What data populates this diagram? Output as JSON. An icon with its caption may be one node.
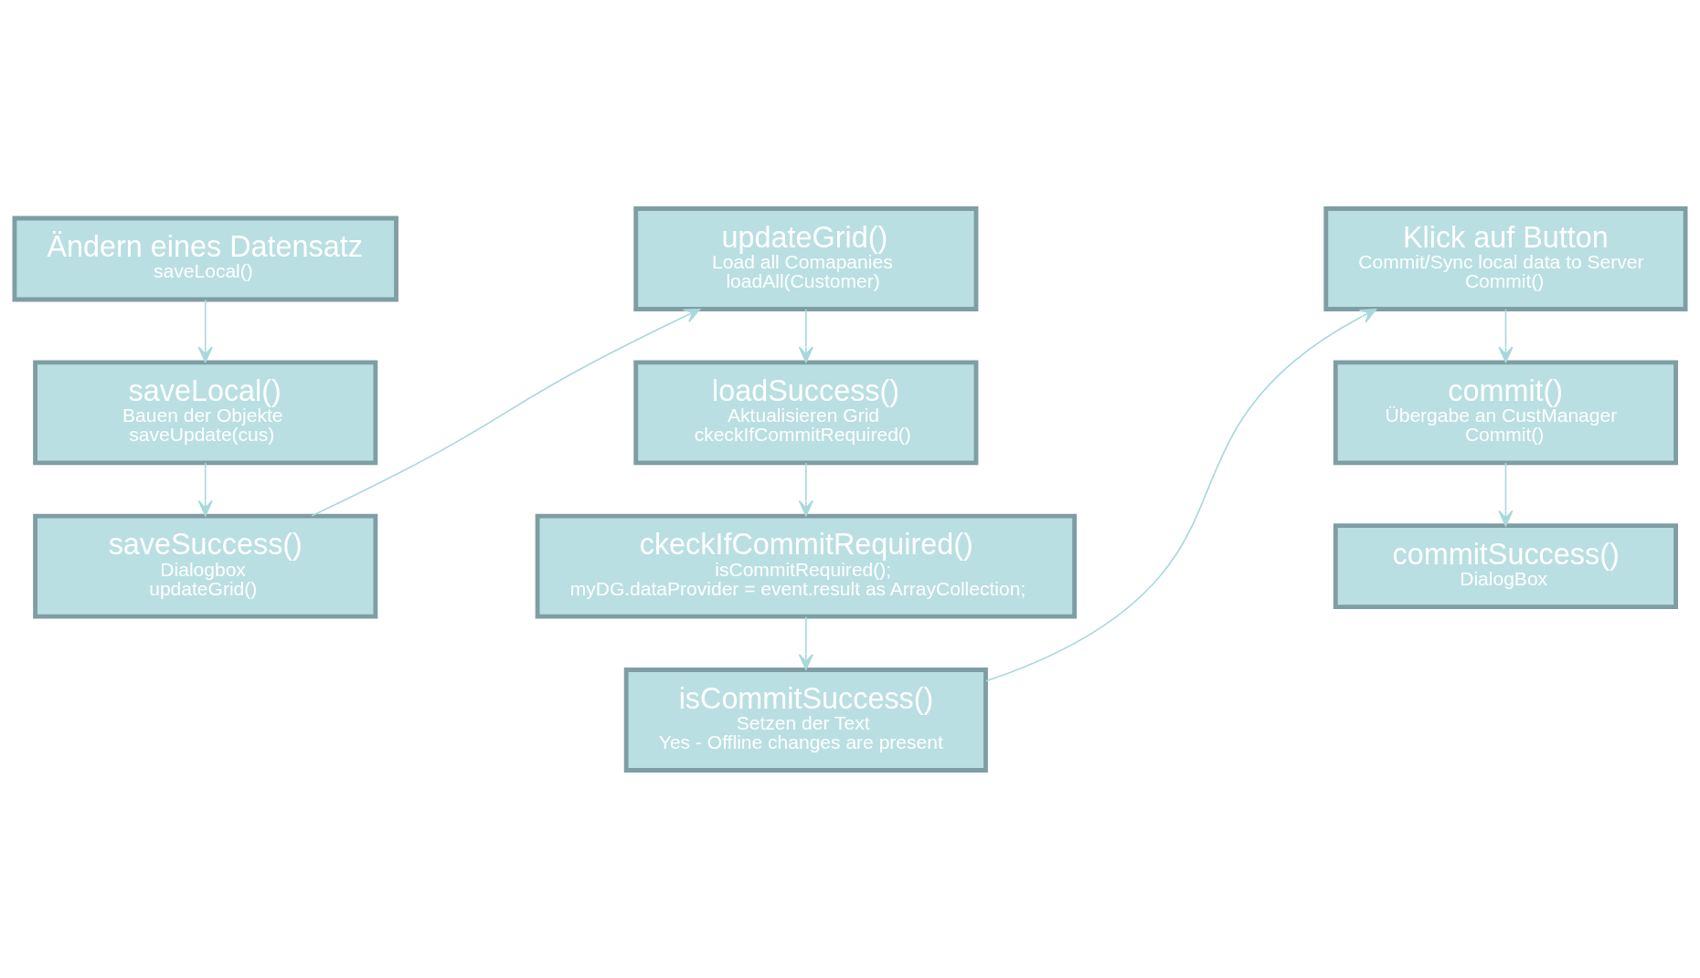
{
  "diagram": {
    "nodes": [
      {
        "text": [
          "Ändern eines Datensatz",
          "saveLocal()"
        ]
      },
      {
        "text": [
          "saveLocal()",
          "Bauen der Objekte",
          "saveUpdate(cus)"
        ]
      },
      {
        "text": [
          "saveSuccess()",
          "Dialogbox",
          "updateGrid()"
        ]
      },
      {
        "text": [
          "updateGrid()",
          "Load all Comapanies",
          "loadAll(Customer)"
        ]
      },
      {
        "text": [
          "loadSuccess()",
          "Aktualisieren Grid",
          "ckeckIfCommitRequired()"
        ]
      },
      {
        "text": [
          "ckeckIfCommitRequired()",
          "isCommitRequired();",
          "myDG.dataProvider = event.result as ArrayCollection;"
        ]
      },
      {
        "text": [
          "isCommitSuccess()",
          "Setzen der Text",
          "Yes - Offline changes are present"
        ]
      },
      {
        "text": [
          "Klick auf Button",
          "Commit/Sync local data to Server",
          "Commit()"
        ]
      },
      {
        "text": [
          "commit()",
          "Übergabe an CustManager",
          "Commit()"
        ]
      },
      {
        "text": [
          "commitSuccess()",
          "DialogBox"
        ]
      }
    ],
    "edges": [
      {
        "from": 0,
        "to": 1,
        "arrow": "to"
      },
      {
        "from": 1,
        "to": 2,
        "arrow": "to"
      },
      {
        "from": 2,
        "to": 3,
        "arrow": "to"
      },
      {
        "from": 3,
        "to": 4,
        "arrow": "to"
      },
      {
        "from": 4,
        "to": 5,
        "arrow": "to"
      },
      {
        "from": 5,
        "to": 6,
        "arrow": "to"
      },
      {
        "from": 6,
        "to": 7,
        "arrow": "to"
      },
      {
        "from": 7,
        "to": 8,
        "arrow": "to"
      },
      {
        "from": 8,
        "to": 9,
        "arrow": "to"
      }
    ]
  }
}
